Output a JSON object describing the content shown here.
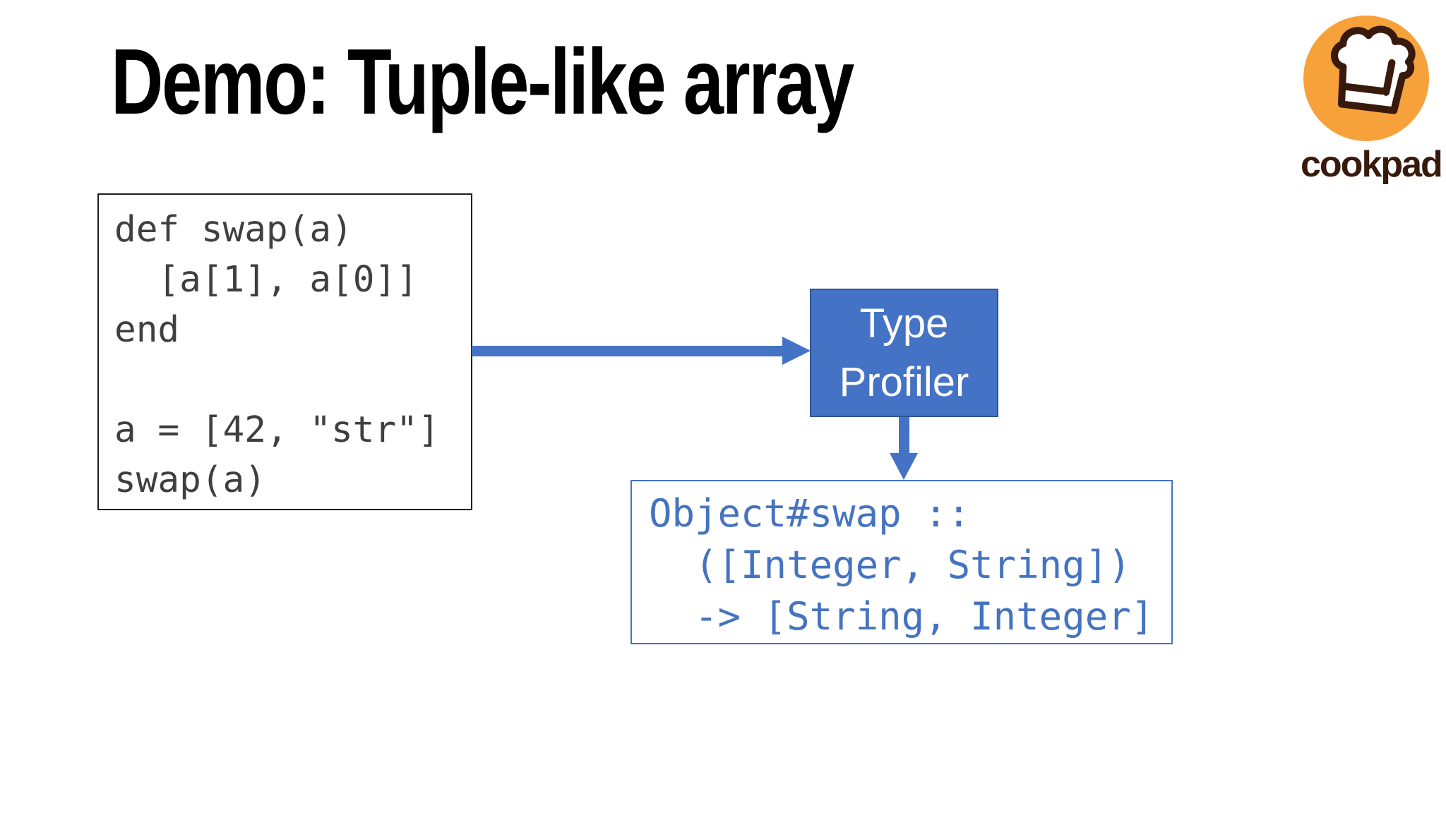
{
  "slide": {
    "title": "Demo: Tuple-like array"
  },
  "code_box": {
    "lines": [
      "def swap(a)",
      "  [a[1], a[0]]",
      "end",
      "",
      "a = [42, \"str\"]",
      "swap(a)"
    ]
  },
  "profiler_box": {
    "lines": [
      "Type",
      "Profiler"
    ]
  },
  "output_box": {
    "lines": [
      "Object#swap ::",
      "  ([Integer, String])",
      "  -> [String, Integer]"
    ]
  },
  "logo": {
    "wordmark": "cookpad",
    "icon": "chef-hat-icon"
  },
  "colors": {
    "accent_blue": "#4472c4",
    "accent_blue_border": "#2f5597",
    "code_text": "#3f3f3f",
    "code_box_border": "#1f1f1f",
    "output_text": "#4573c0",
    "logo_orange": "#f7a13b",
    "logo_brown": "#381a0d",
    "title": "#000000",
    "background": "#ffffff"
  }
}
